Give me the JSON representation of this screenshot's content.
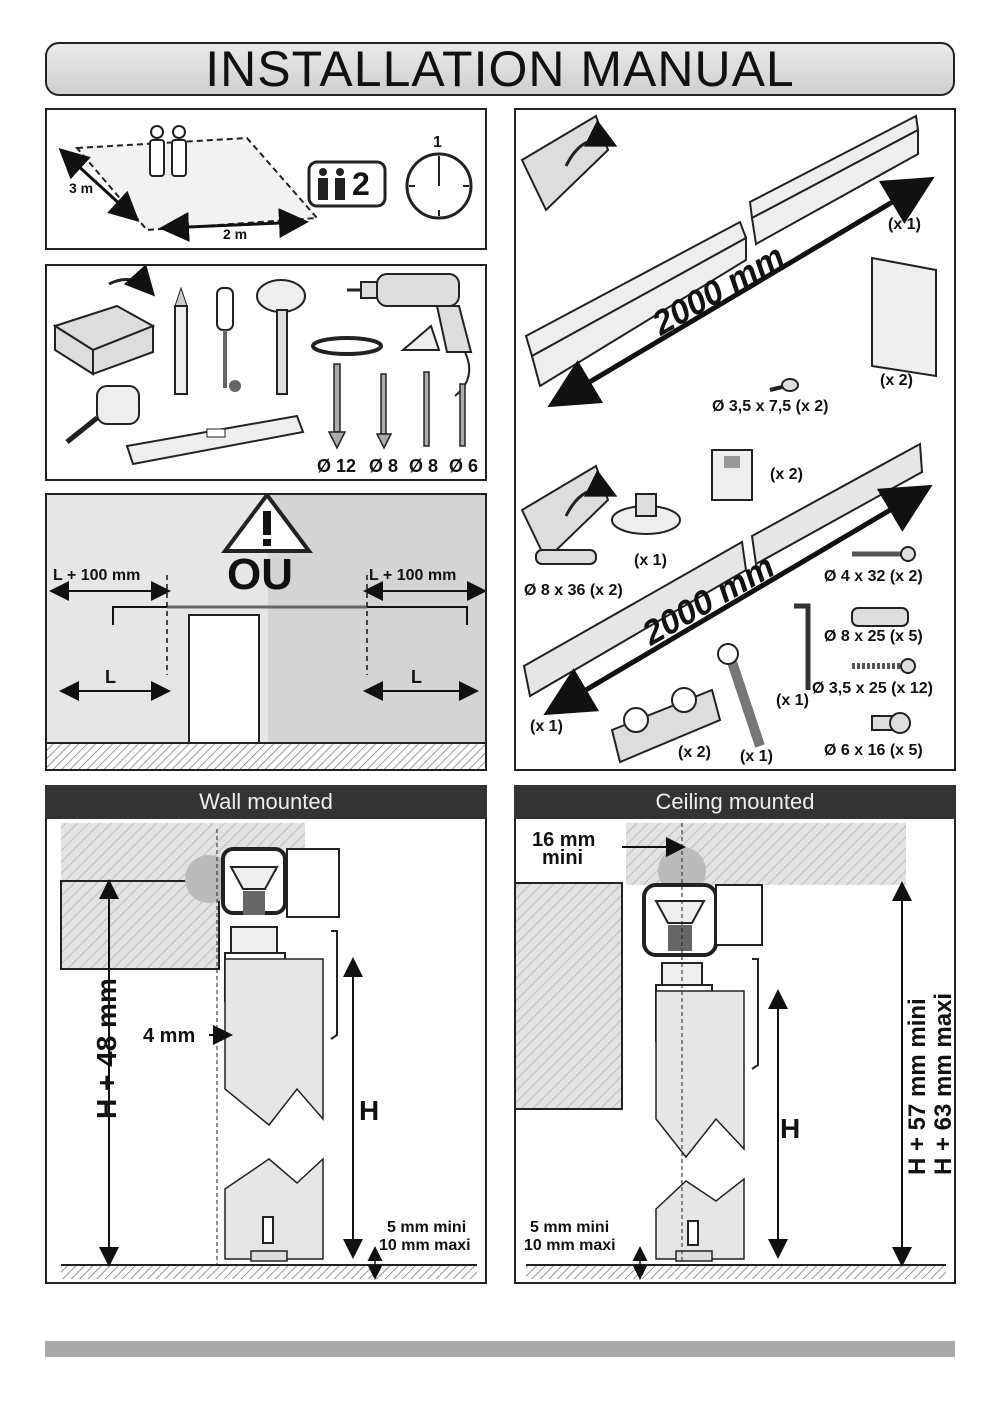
{
  "title": "INSTALLATION MANUAL",
  "workspace": {
    "dim_depth": "3 m",
    "dim_width": "2 m",
    "people_count": "2",
    "hours": "1"
  },
  "tools": {
    "drill_bits": [
      "Ø 12",
      "Ø 8",
      "Ø 8",
      "Ø 6"
    ]
  },
  "wall_layout": {
    "warning_text": "OU",
    "left_measure": "L + 100 mm",
    "right_measure": "L + 100 mm",
    "left_L": "L",
    "right_L": "L"
  },
  "parts_rail": {
    "length": "2000 mm",
    "rail_qty": "(x 1)",
    "plate_qty": "(x 2)",
    "screw": "Ø 3,5 x 7,5 (x 2)"
  },
  "parts_track": {
    "length": "2000 mm",
    "track_qty": "(x 1)",
    "bracket_qty": "(x 2)",
    "guide_qty": "(x 1)",
    "plug_8x36": "Ø 8 x 36 (x 2)",
    "screw_4x32": "Ø 4 x 32 (x 2)",
    "plug_8x25": "Ø 8 x 25 (x 5)",
    "allen_qty": "(x 1)",
    "screw_35x25": "Ø 3,5 x 25 (x 12)",
    "screw_6x16": "Ø 6 x 16 (x 5)",
    "trolley_qty": "(x 2)",
    "wrench_qty": "(x 1)"
  },
  "wall_mounted": {
    "header": "Wall mounted",
    "total": "H + 48 mm",
    "gap": "4 mm",
    "height": "H",
    "floor_min": "5 mm mini",
    "floor_max": "10 mm maxi"
  },
  "ceiling_mounted": {
    "header": "Ceiling mounted",
    "offset_value": "16 mm",
    "offset_mini": "mini",
    "height": "H",
    "floor_min": "5 mm mini",
    "floor_max": "10 mm maxi",
    "total_min": "H + 57 mm mini",
    "total_max": "H + 63 mm maxi"
  }
}
